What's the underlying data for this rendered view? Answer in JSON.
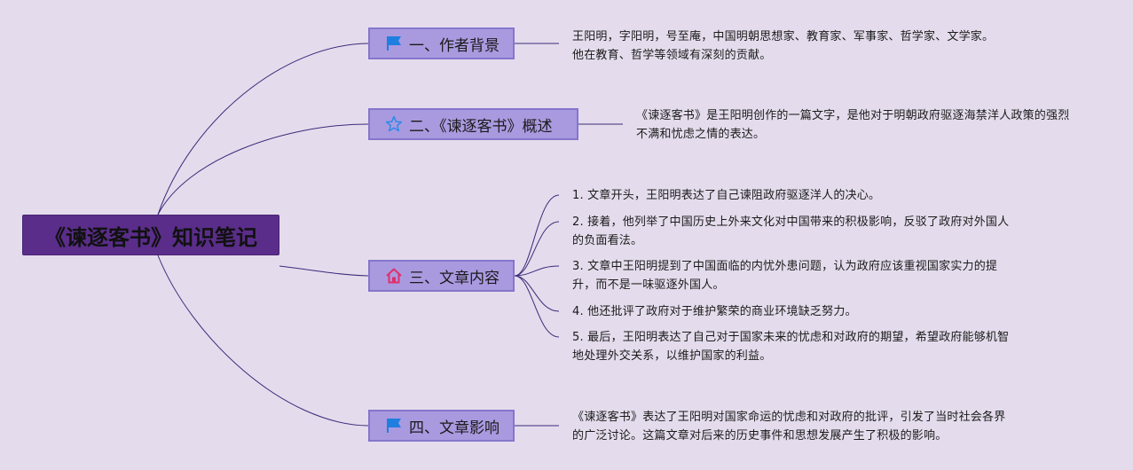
{
  "root": {
    "label": "《谏逐客书》知识笔记"
  },
  "branches": [
    {
      "label": "一、作者背景",
      "icon": "flag-icon",
      "leaves": [
        "王阳明，字阳明，号至庵，中国明朝思想家、教育家、军事家、哲学家、文学家。他在教育、哲学等领域有深刻的贡献。"
      ]
    },
    {
      "label": "二、《谏逐客书》概述",
      "icon": "star-icon",
      "leaves": [
        "《谏逐客书》是王阳明创作的一篇文字，是他对于明朝政府驱逐海禁洋人政策的强烈不满和忧虑之情的表达。"
      ]
    },
    {
      "label": "三、文章内容",
      "icon": "home-icon",
      "leaves": [
        "1. 文章开头，王阳明表达了自己谏阻政府驱逐洋人的决心。",
        "2. 接着，他列举了中国历史上外来文化对中国带来的积极影响，反驳了政府对外国人的负面看法。",
        "3. 文章中王阳明提到了中国面临的内忧外患问题，认为政府应该重视国家实力的提升，而不是一味驱逐外国人。",
        "4. 他还批评了政府对于维护繁荣的商业环境缺乏努力。",
        "5. 最后，王阳明表达了自己对于国家未来的忧虑和对政府的期望，希望政府能够机智地处理外交关系，以维护国家的利益。"
      ]
    },
    {
      "label": "四、文章影响",
      "icon": "flag-icon",
      "leaves": [
        "《谏逐客书》表达了王阳明对国家命运的忧虑和对政府的批评，引发了当时社会各界的广泛讨论。这篇文章对后来的历史事件和思想发展产生了积极的影响。"
      ]
    }
  ],
  "colors": {
    "background": "#e4dcec",
    "root_fill": "#5a2d8a",
    "branch_fill": "#a99ae0",
    "branch_border": "#8576cc",
    "edge": "#3d2a7a",
    "flag": "#1e7fe0",
    "star": "#2a8ae8",
    "home": "#e0306a"
  }
}
